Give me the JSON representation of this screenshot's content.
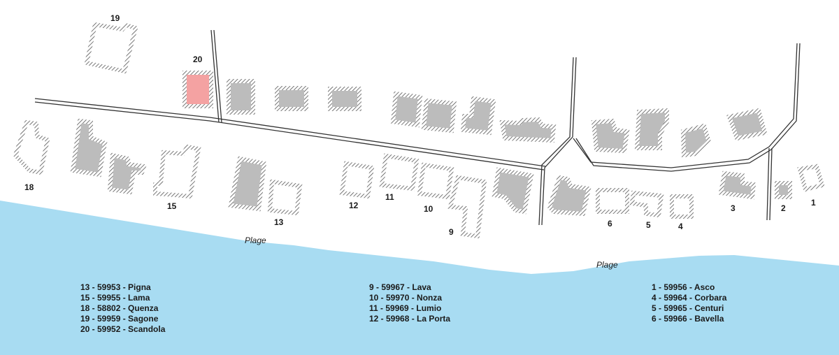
{
  "colors": {
    "sea": "#a8dcf2",
    "building": "#bcbcbc",
    "highlight": "#f4a2a2",
    "hatch": "#555555",
    "road": "#333333"
  },
  "map_labels": {
    "n1": "1",
    "n2": "2",
    "n3": "3",
    "n4": "4",
    "n5": "5",
    "n6": "6",
    "n9": "9",
    "n10": "10",
    "n11": "11",
    "n12": "12",
    "n13": "13",
    "n15": "15",
    "n18": "18",
    "n19": "19",
    "n20": "20",
    "plage": "Plage"
  },
  "legend": {
    "left": [
      "13 - 59953 - Pigna",
      "15 - 59955 - Lama",
      "18 - 58802 - Quenza",
      "19 - 59959 - Sagone",
      "20 - 59952 - Scandola"
    ],
    "middle": [
      "9 - 59967 - Lava",
      "10 - 59970 - Nonza",
      "11 - 59969 - Lumio",
      "12 - 59968 - La Porta"
    ],
    "right": [
      "1 - 59956 - Asco",
      "4 - 59964 - Corbara",
      "5 - 59965 - Centuri",
      "6 - 59966 - Bavella"
    ]
  }
}
